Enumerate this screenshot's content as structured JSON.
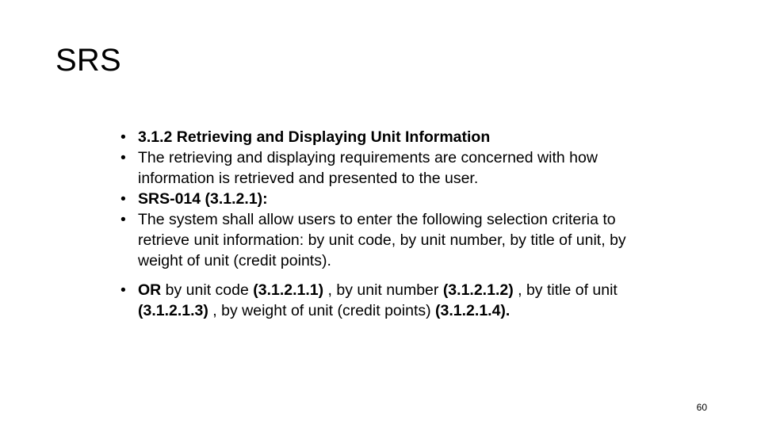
{
  "slide": {
    "title": "SRS",
    "page_number": "60",
    "bullet_marker": "•",
    "bullets": [
      {
        "id": "section-heading",
        "style": "bold",
        "gap_before": false,
        "text": "3.1.2 Retrieving and Displaying Unit Information",
        "runs": [
          {
            "text": "3.1.2 Retrieving and Displaying Unit Information",
            "bold": true
          }
        ]
      },
      {
        "id": "retrieving-description",
        "style": "normal",
        "gap_before": false,
        "text": "The retrieving and displaying requirements are concerned with how information is retrieved and presented to the user.",
        "runs": [
          {
            "text": "The retrieving and displaying requirements are concerned with how information is retrieved and presented to the user.",
            "bold": false
          }
        ]
      },
      {
        "id": "srs-014-label",
        "style": "bold",
        "gap_before": false,
        "text": "SRS-014 (3.1.2.1):",
        "runs": [
          {
            "text": "SRS-014 (3.1.2.1):",
            "bold": true
          }
        ]
      },
      {
        "id": "selection-criteria",
        "style": "normal",
        "gap_before": false,
        "text": "The system shall allow users to enter the following selection criteria to retrieve unit information: by unit code, by unit number, by title of unit, by weight of unit (credit points).",
        "runs": [
          {
            "text": "The system shall allow users to enter the following selection criteria to retrieve unit information: by unit code, by unit number, by title of unit, by weight of unit (credit points).",
            "bold": false
          }
        ]
      },
      {
        "id": "or-sub-requirements",
        "style": "mixed",
        "gap_before": true,
        "text": "OR by unit code (3.1.2.1.1) , by unit number (3.1.2.1.2) , by title of unit (3.1.2.1.3) , by weight of unit (credit points) (3.1.2.1.4).",
        "runs": [
          {
            "text": "OR",
            "bold": true
          },
          {
            "text": " by unit code ",
            "bold": false
          },
          {
            "text": "(3.1.2.1.1)",
            "bold": true
          },
          {
            "text": " , by unit number ",
            "bold": false
          },
          {
            "text": "(3.1.2.1.2)",
            "bold": true
          },
          {
            "text": " , by title of unit ",
            "bold": false
          },
          {
            "text": "(3.1.2.1.3)",
            "bold": true
          },
          {
            "text": " , by weight of unit (credit points) ",
            "bold": false
          },
          {
            "text": "(3.1.2.1.4).",
            "bold": true
          }
        ]
      }
    ]
  },
  "colors": {
    "background": "#ffffff",
    "text": "#000000"
  }
}
